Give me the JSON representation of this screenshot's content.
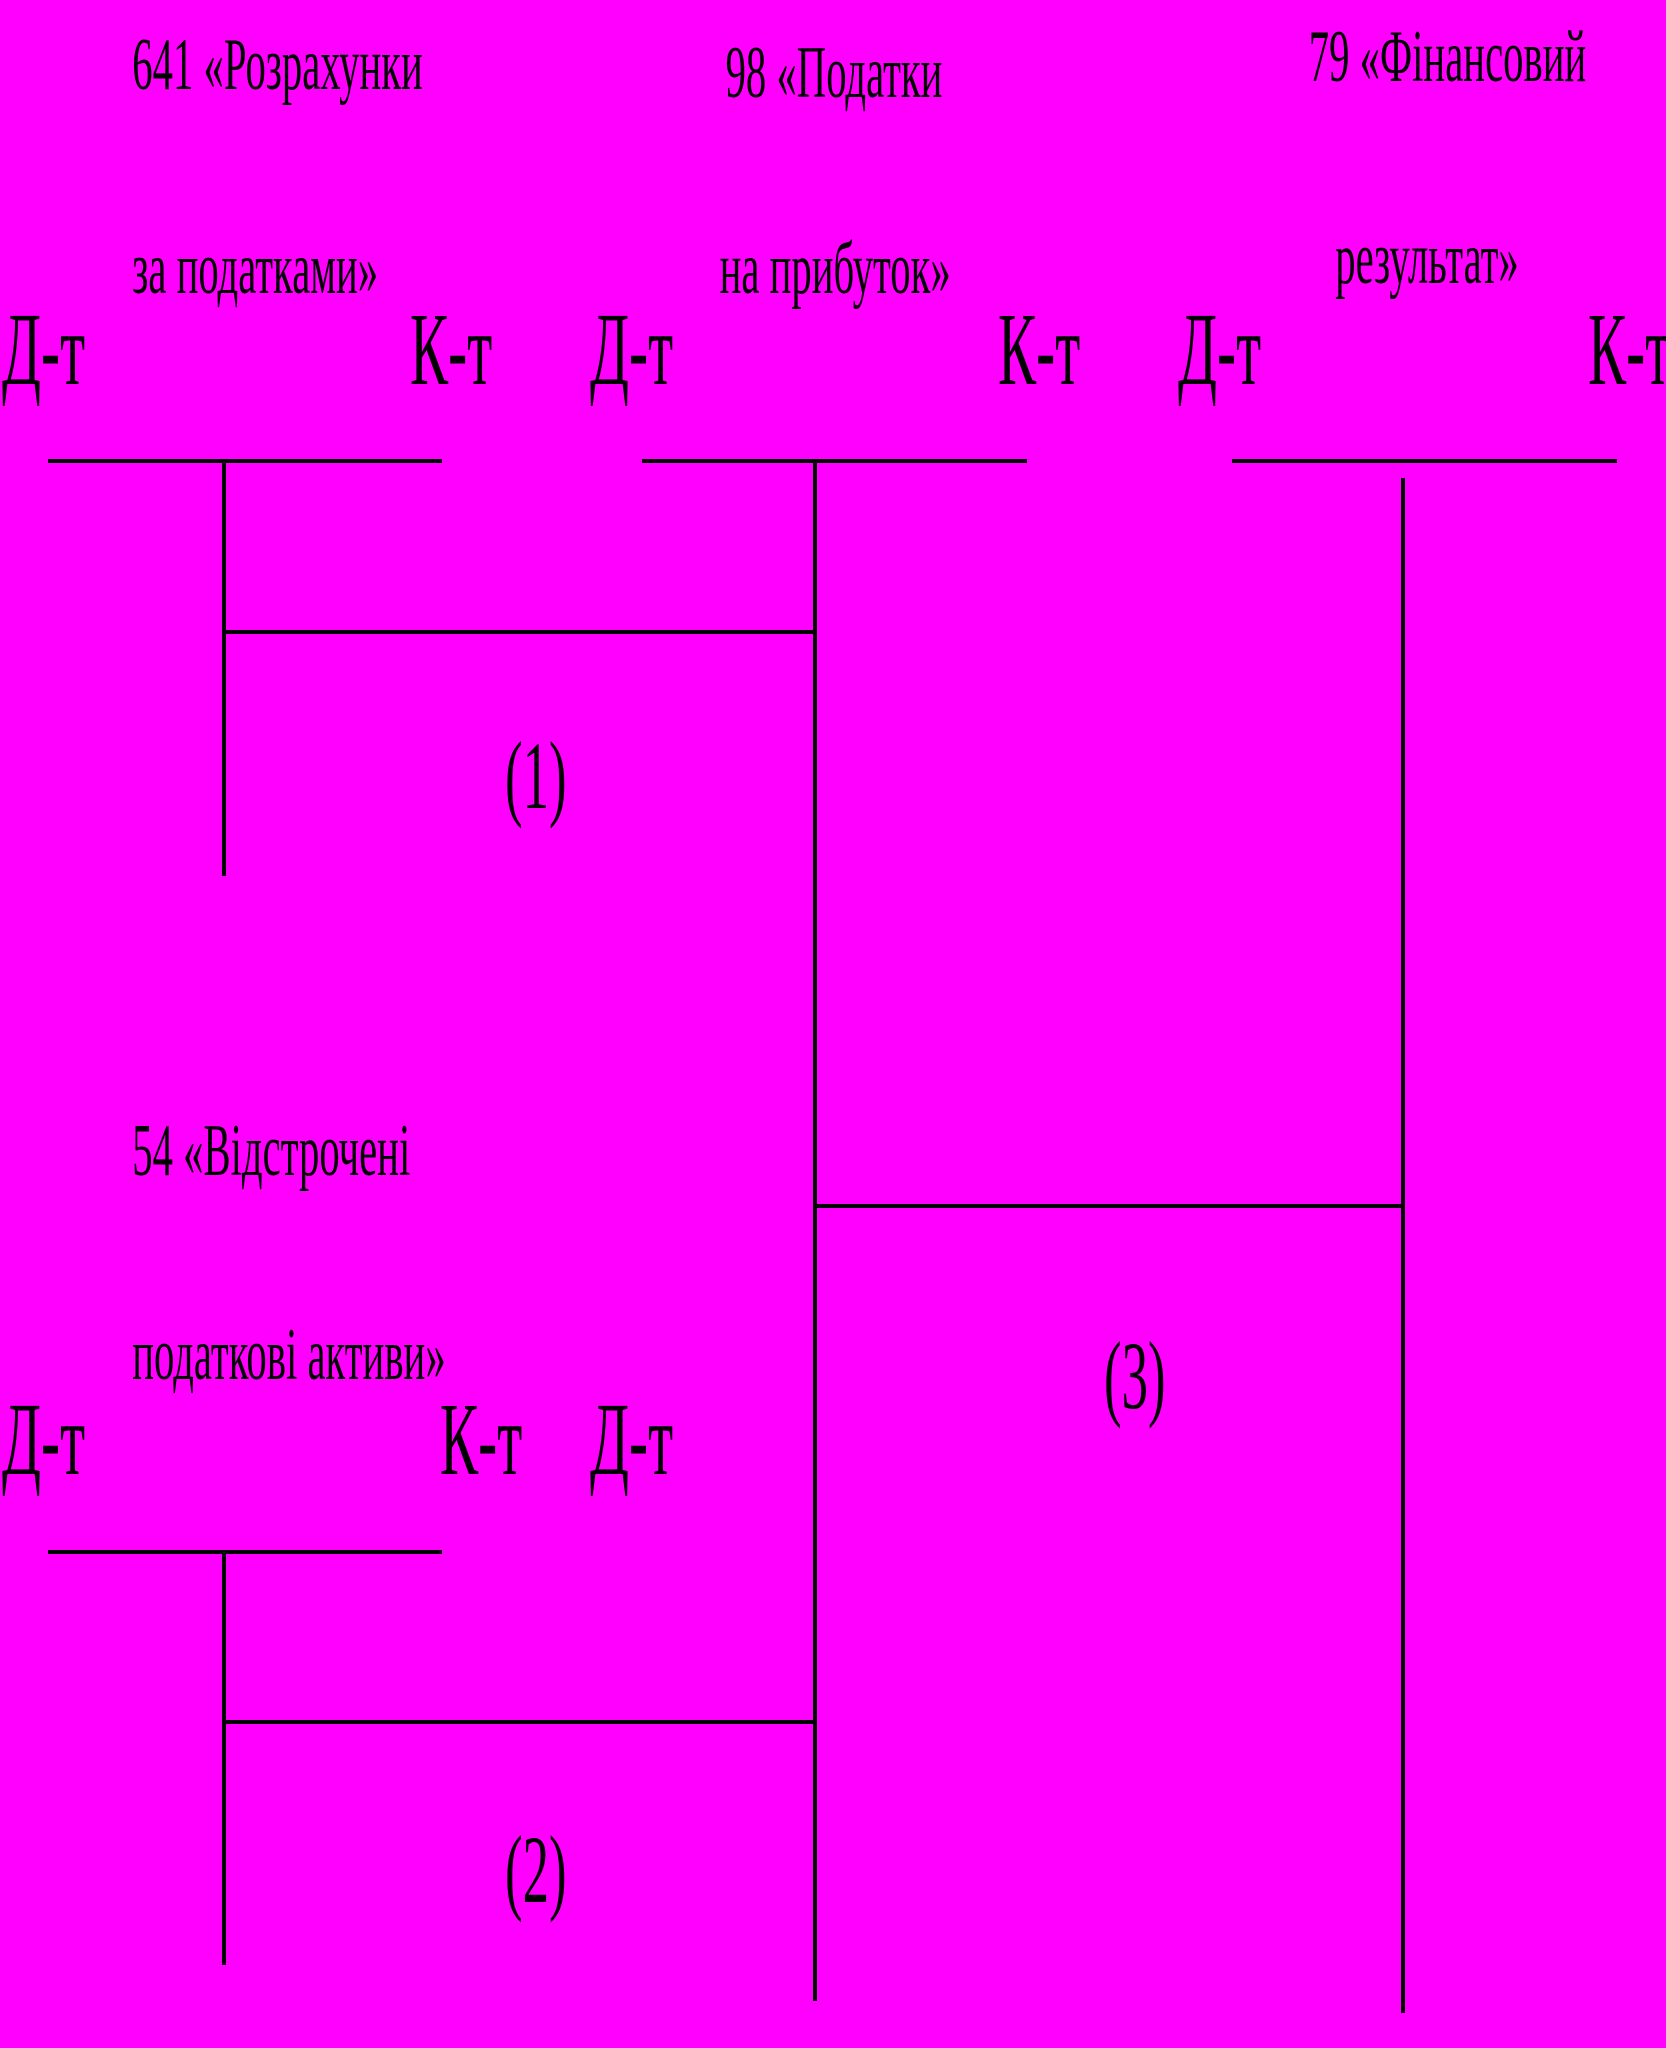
{
  "background_color": "#ff00ff",
  "line_color": "#000000",
  "accounts": [
    {
      "id": "641",
      "title_line1": "641 «Розрахунки",
      "title_line2": "за податками»",
      "debit": "Д-т",
      "credit": "К-т"
    },
    {
      "id": "98",
      "title_line1": "98 «Податки",
      "title_line2": "на прибуток»",
      "debit": "Д-т",
      "credit": "К-т"
    },
    {
      "id": "79",
      "title_line1": "79 «Фінансовий",
      "title_line2": "результат»",
      "debit": "Д-т",
      "credit": "К-т"
    },
    {
      "id": "54",
      "title_line1": "54 «Відстрочені",
      "title_line2": "податкові активи»",
      "debit": "Д-т",
      "credit": "К-т"
    }
  ],
  "extra_labels": {
    "debit_98_lower": "Д-т"
  },
  "entries": [
    {
      "label": "(1)",
      "from": "98 debit",
      "to": "641 credit"
    },
    {
      "label": "(2)",
      "from": "98 debit",
      "to": "54 credit"
    },
    {
      "label": "(3)",
      "from": "79 debit",
      "to": "98 credit"
    }
  ]
}
